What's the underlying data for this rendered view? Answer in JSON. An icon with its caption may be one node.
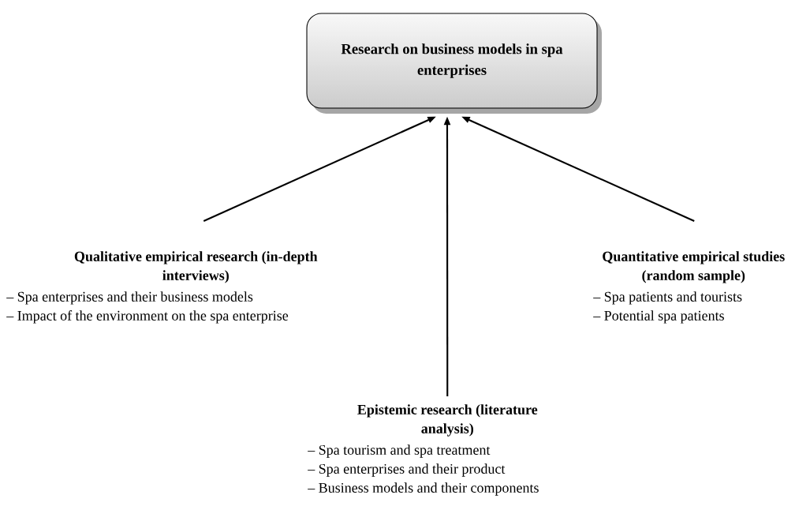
{
  "diagram": {
    "nodes": [
      {
        "text": [
          "Research on business models in spa enterprises"
        ]
      },
      {
        "text": [
          "Qualitative empirical research (in-depth interviews)",
          "– Spa enterprises and their business models",
          "– Impact of the environment on the spa enterprise"
        ]
      },
      {
        "text": [
          "Quantitative empirical studies (random sample)",
          "– Spa patients and tourists",
          "– Potential spa patients"
        ]
      },
      {
        "text": [
          "Epistemic research (literature analysis)",
          "– Spa tourism and spa treatment",
          "– Spa enterprises and their product",
          "– Business models and their components"
        ]
      }
    ],
    "edges": [
      {
        "from": 1,
        "to": 0,
        "arrow": "to"
      },
      {
        "from": 3,
        "to": 0,
        "arrow": "to"
      },
      {
        "from": 2,
        "to": 0,
        "arrow": "to"
      }
    ]
  }
}
